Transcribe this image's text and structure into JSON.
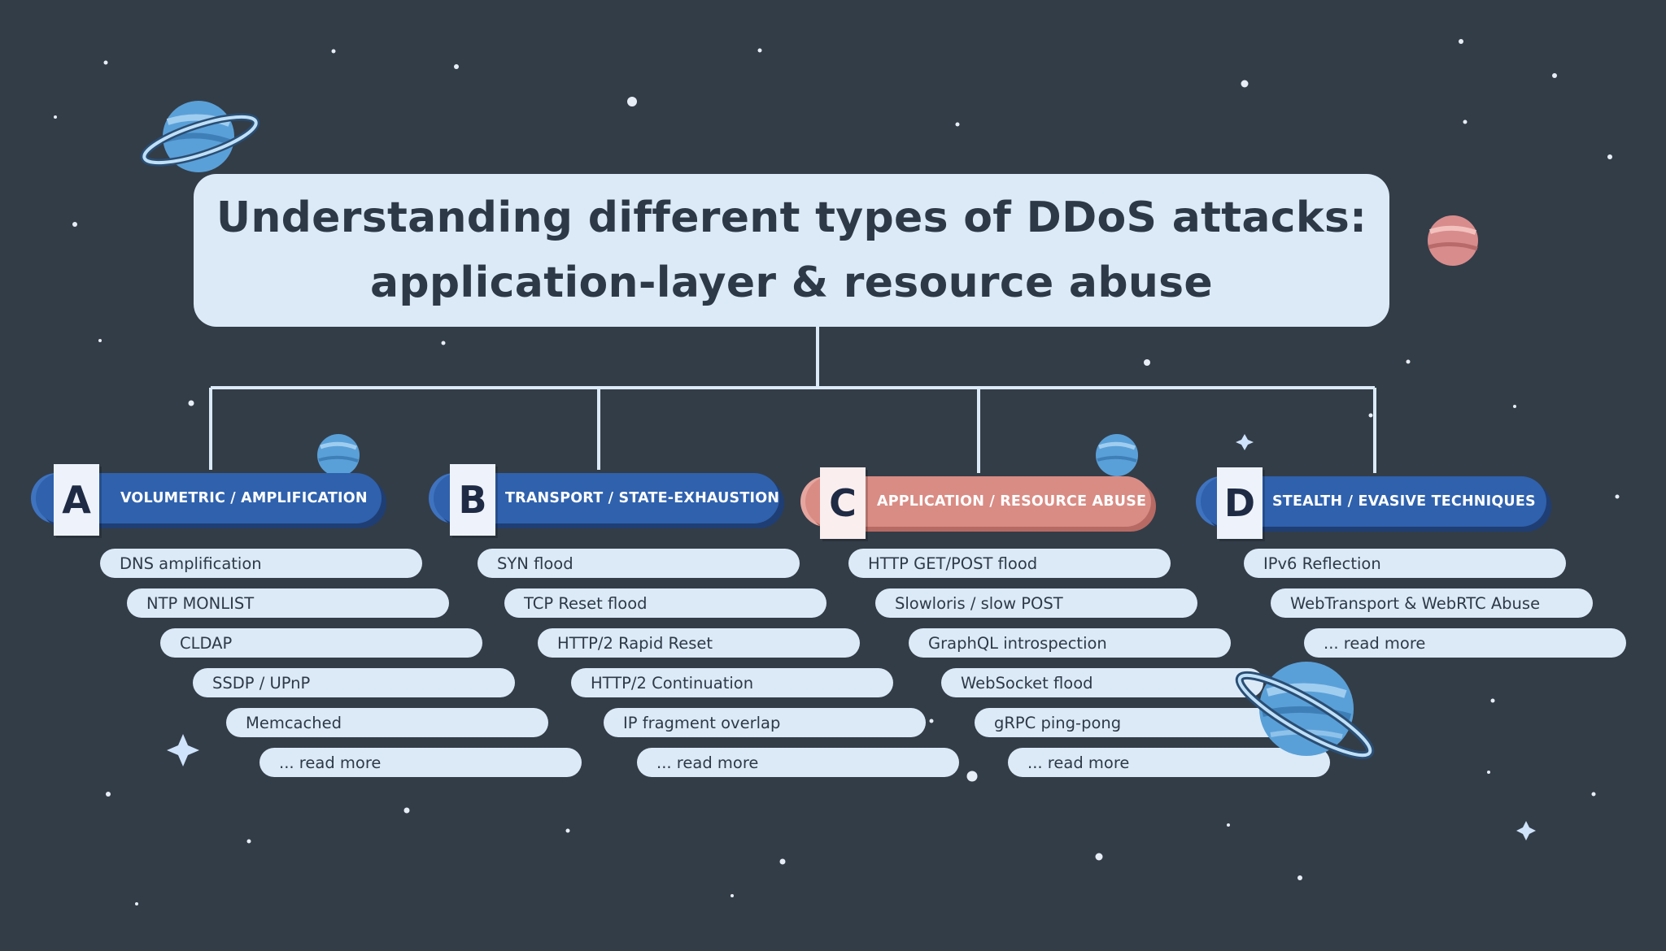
{
  "title": {
    "line1": "Understanding different types of DDoS attacks:",
    "line2": "application-layer & resource abuse"
  },
  "categories": [
    {
      "letter": "A",
      "label": "VOLUMETRIC / AMPLIFICATION",
      "color": "#2f61ad",
      "items": [
        "DNS amplification",
        "NTP MONLIST",
        "CLDAP",
        "SSDP / UPnP",
        "Memcached",
        "... read more"
      ]
    },
    {
      "letter": "B",
      "label": "TRANSPORT / STATE-EXHAUSTION",
      "color": "#2f61ad",
      "items": [
        "SYN flood",
        "TCP Reset flood",
        "HTTP/2 Rapid Reset",
        "HTTP/2 Continuation",
        "IP fragment overlap",
        "... read more"
      ]
    },
    {
      "letter": "C",
      "label": "APPLICATION / RESOURCE ABUSE",
      "color": "#d98c84",
      "items": [
        "HTTP GET/POST flood",
        "Slowloris / slow POST",
        "GraphQL introspection",
        "WebSocket flood",
        "gRPC ping-pong",
        "... read more"
      ]
    },
    {
      "letter": "D",
      "label": "STEALTH / EVASIVE TECHNIQUES",
      "color": "#2f61ad",
      "items": [
        "IPv6 Reflection",
        "WebTransport & WebRTC Abuse",
        "... read more"
      ]
    }
  ],
  "colors": {
    "background": "#333d48",
    "title_box": "#dceaf8",
    "title_text": "#2e3947",
    "connector": "#dceaf8",
    "pill_blue": "#2f61ad",
    "pill_red": "#d98c84",
    "planet_blue": "#5aa0d8",
    "planet_pink": "#d98c8c"
  },
  "icons": {
    "planets": [
      "ringed-planet-icon",
      "pink-planet-icon",
      "small-blue-planet-icon",
      "small-blue-planet-icon",
      "large-ringed-planet-icon"
    ],
    "stars": [
      "sparkle-star-icon"
    ]
  }
}
